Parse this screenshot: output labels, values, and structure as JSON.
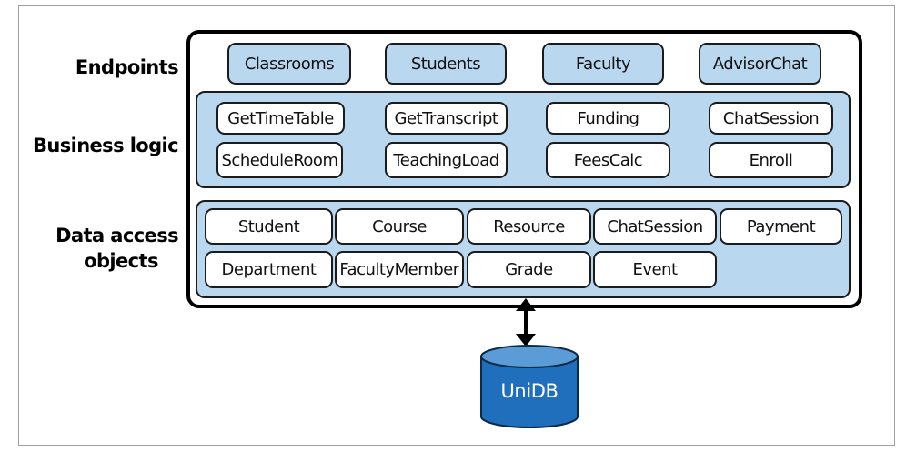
{
  "layers": {
    "endpoints": {
      "label": "Endpoints",
      "items": [
        "Classrooms",
        "Students",
        "Faculty",
        "AdvisorChat"
      ]
    },
    "business_logic": {
      "label": "Business logic",
      "items": [
        "GetTimeTable",
        "GetTranscript",
        "Funding",
        "ChatSession",
        "ScheduleRoom",
        "TeachingLoad",
        "FeesCalc",
        "Enroll"
      ]
    },
    "data_access": {
      "label_line1": "Data access",
      "label_line2": "objects",
      "items": [
        "Student",
        "Course",
        "Resource",
        "ChatSession",
        "Payment",
        "Department",
        "FacultyMember",
        "Grade",
        "Event"
      ]
    }
  },
  "database": {
    "label": "UniDB"
  },
  "colors": {
    "panel_fill": "#b9d7ef",
    "database_fill": "#1f6fbd",
    "database_top": "#5b9bd6",
    "border": "#000000"
  }
}
